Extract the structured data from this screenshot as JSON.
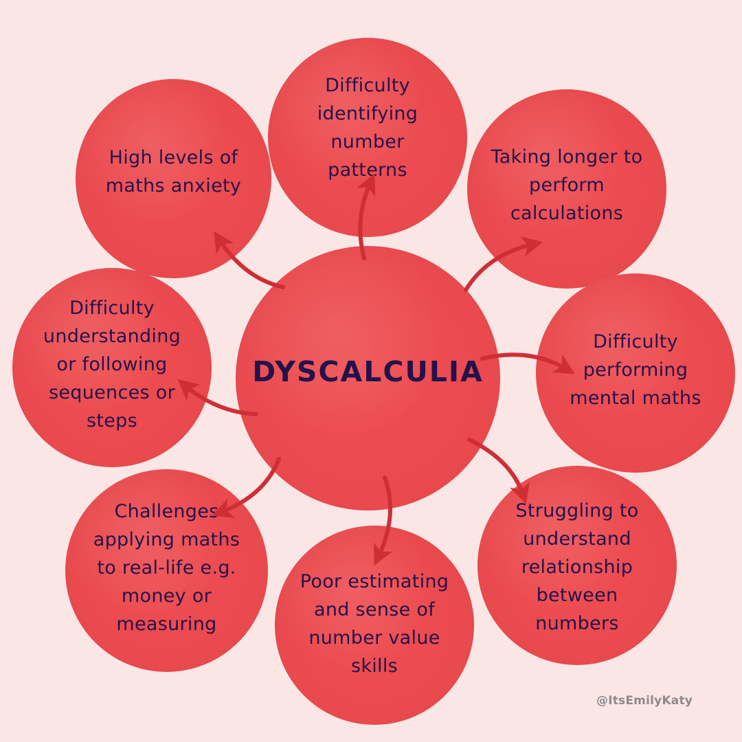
{
  "diagram": {
    "center": {
      "id": "center",
      "label": "DYSCALCULIA"
    },
    "nodes": [
      {
        "id": "anxiety",
        "label": "High levels of\nmaths anxiety"
      },
      {
        "id": "patterns",
        "label": "Difficulty\nidentifying\nnumber\npatterns"
      },
      {
        "id": "calculations",
        "label": "Taking longer to\nperform\ncalculations"
      },
      {
        "id": "mental",
        "label": "Difficulty\nperforming\nmental maths"
      },
      {
        "id": "relationship",
        "label": "Struggling to\nunderstand\nrelationship\nbetween\nnumbers"
      },
      {
        "id": "estimating",
        "label": "Poor estimating\nand sense of\nnumber value\nskills"
      },
      {
        "id": "reallife",
        "label": "Challenges\napplying maths\nto real-life e.g.\nmoney or\nmeasuring"
      },
      {
        "id": "sequences",
        "label": "Difficulty\nunderstanding\nor following\nsequences or\nsteps"
      }
    ],
    "edges": [
      {
        "from": "center",
        "to": "anxiety"
      },
      {
        "from": "center",
        "to": "patterns"
      },
      {
        "from": "center",
        "to": "calculations"
      },
      {
        "from": "center",
        "to": "mental"
      },
      {
        "from": "center",
        "to": "relationship"
      },
      {
        "from": "center",
        "to": "estimating"
      },
      {
        "from": "center",
        "to": "reallife"
      },
      {
        "from": "center",
        "to": "sequences"
      }
    ]
  },
  "credit": "@ItsEmilyKaty",
  "colors": {
    "background": "#fbe6e6",
    "bubble": "#eb4a4e",
    "text": "#24124a",
    "arrow": "#cf2e35",
    "credit": "#8c8a8c"
  }
}
